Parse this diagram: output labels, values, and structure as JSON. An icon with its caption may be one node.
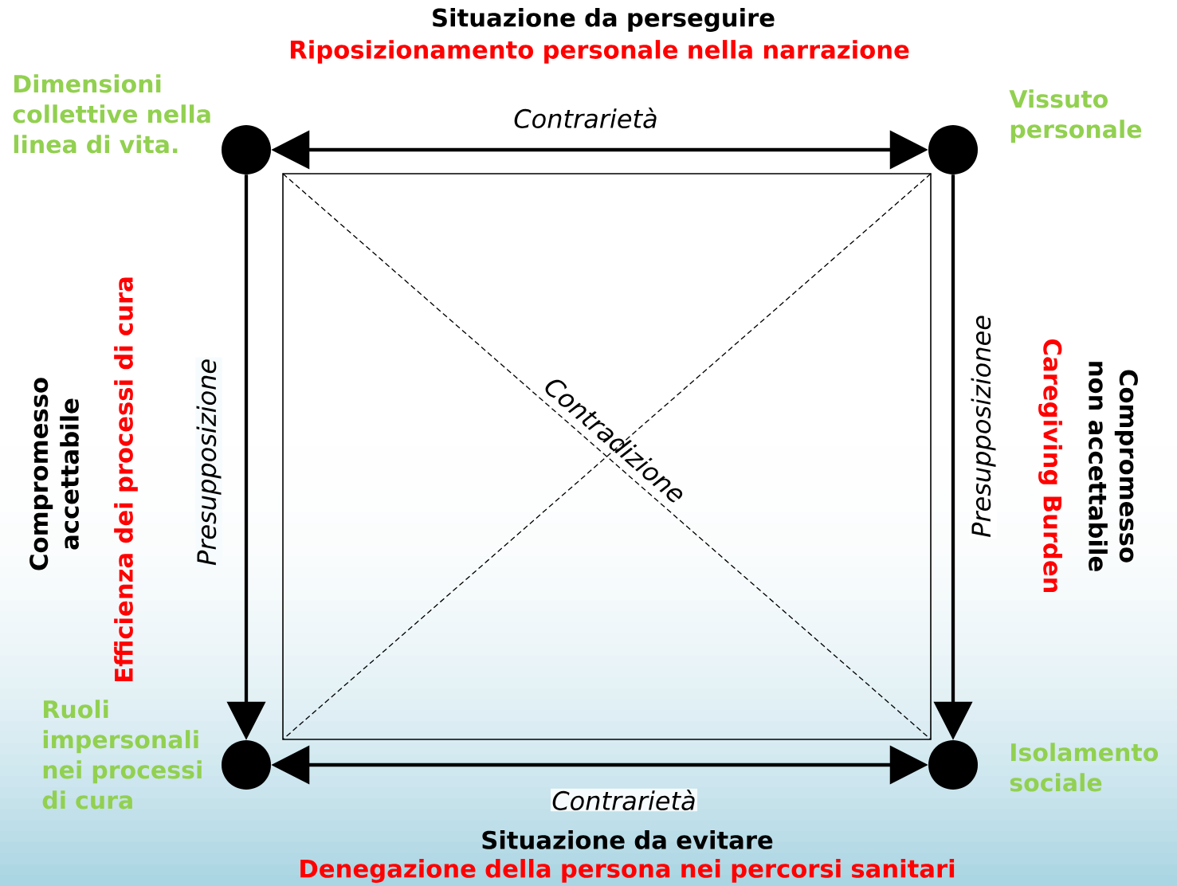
{
  "diagram": {
    "nodes": [
      {
        "text": [],
        "shape": "circle",
        "beside": [
          "Dimensioni collettive nella linea di vita."
        ]
      },
      {
        "text": [],
        "shape": "circle",
        "beside": [
          "Vissuto personale"
        ]
      },
      {
        "text": [],
        "shape": "circle",
        "beside": [
          "Ruoli impersonali nei processi di cura"
        ]
      },
      {
        "text": [],
        "shape": "circle",
        "beside": [
          "Isolamento sociale"
        ]
      }
    ],
    "edges": [
      {
        "from": 0,
        "to": 1,
        "arrow": "both",
        "label": "Contrarietà"
      },
      {
        "from": 2,
        "to": 3,
        "arrow": "both",
        "label": "Contrarietà"
      },
      {
        "from": 0,
        "to": 2,
        "arrow": "to",
        "label": "Presupposizione"
      },
      {
        "from": 1,
        "to": 3,
        "arrow": "to",
        "label": "Presupposizionee"
      }
    ],
    "labels": [
      "Situazione da perseguire",
      "Riposizionamento personale nella narrazione",
      "Compromesso accettabile",
      "Efficienza dei processi di cura",
      "Contradizione",
      "Caregiving Burden",
      "Compromesso non accettabile",
      "Situazione da evitare",
      "Denegazione della persona nei percorsi sanitari"
    ]
  }
}
